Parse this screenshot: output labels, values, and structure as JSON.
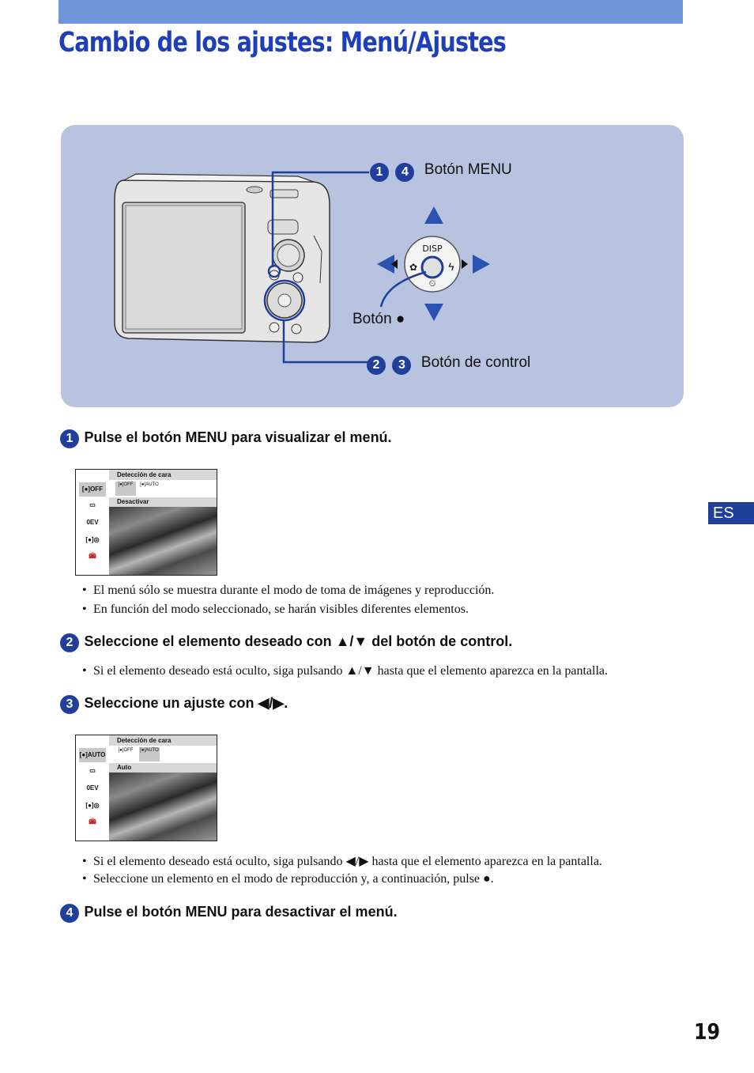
{
  "header": {
    "title": "Cambio de los ajustes: Menú/Ajustes",
    "accent_color": "#7094d8",
    "title_color": "#1f3fb8"
  },
  "diagram": {
    "badges_top": [
      "1",
      "4"
    ],
    "label_menu": "Botón MENU",
    "label_center": "Botón ●",
    "badges_bottom": [
      "2",
      "3"
    ],
    "label_control": "Botón de control",
    "disp_label": "DISP"
  },
  "side_tab": {
    "label": "ES",
    "color": "#1f3f9a"
  },
  "steps": [
    {
      "number": "1",
      "heading": "Pulse el botón MENU para visualizar el menú.",
      "screen": {
        "header": "Detección de cara",
        "value": "Desactivar",
        "side_icons": [
          "[●]OFF",
          "▭",
          "0EV",
          "[●]◎",
          "🧰"
        ],
        "options": [
          "[●]OFF",
          "[●]AUTO"
        ]
      },
      "bullets": [
        "El menú sólo se muestra durante el modo de toma de imágenes y reproducción.",
        "En función del modo seleccionado, se harán visibles diferentes elementos."
      ]
    },
    {
      "number": "2",
      "heading": "Seleccione el elemento deseado con ▲/▼ del botón de control.",
      "bullets": [
        "Si el elemento deseado está oculto, siga pulsando ▲/▼ hasta que el elemento aparezca en la pantalla."
      ]
    },
    {
      "number": "3",
      "heading": "Seleccione un ajuste con ◀/▶.",
      "screen": {
        "header": "Detección de cara",
        "value": "Auto",
        "side_icons": [
          "[●]AUTO",
          "▭",
          "0EV",
          "[●]◎",
          "🧰"
        ],
        "options": [
          "[●]OFF",
          "[●]AUTO"
        ]
      },
      "bullets": [
        "Si el elemento deseado está oculto, siga pulsando ◀/▶ hasta que el elemento aparezca en la pantalla.",
        "Seleccione un elemento en el modo de reproducción y, a continuación, pulse ●."
      ]
    },
    {
      "number": "4",
      "heading": "Pulse el botón MENU para desactivar el menú."
    }
  ],
  "page_number": "19"
}
